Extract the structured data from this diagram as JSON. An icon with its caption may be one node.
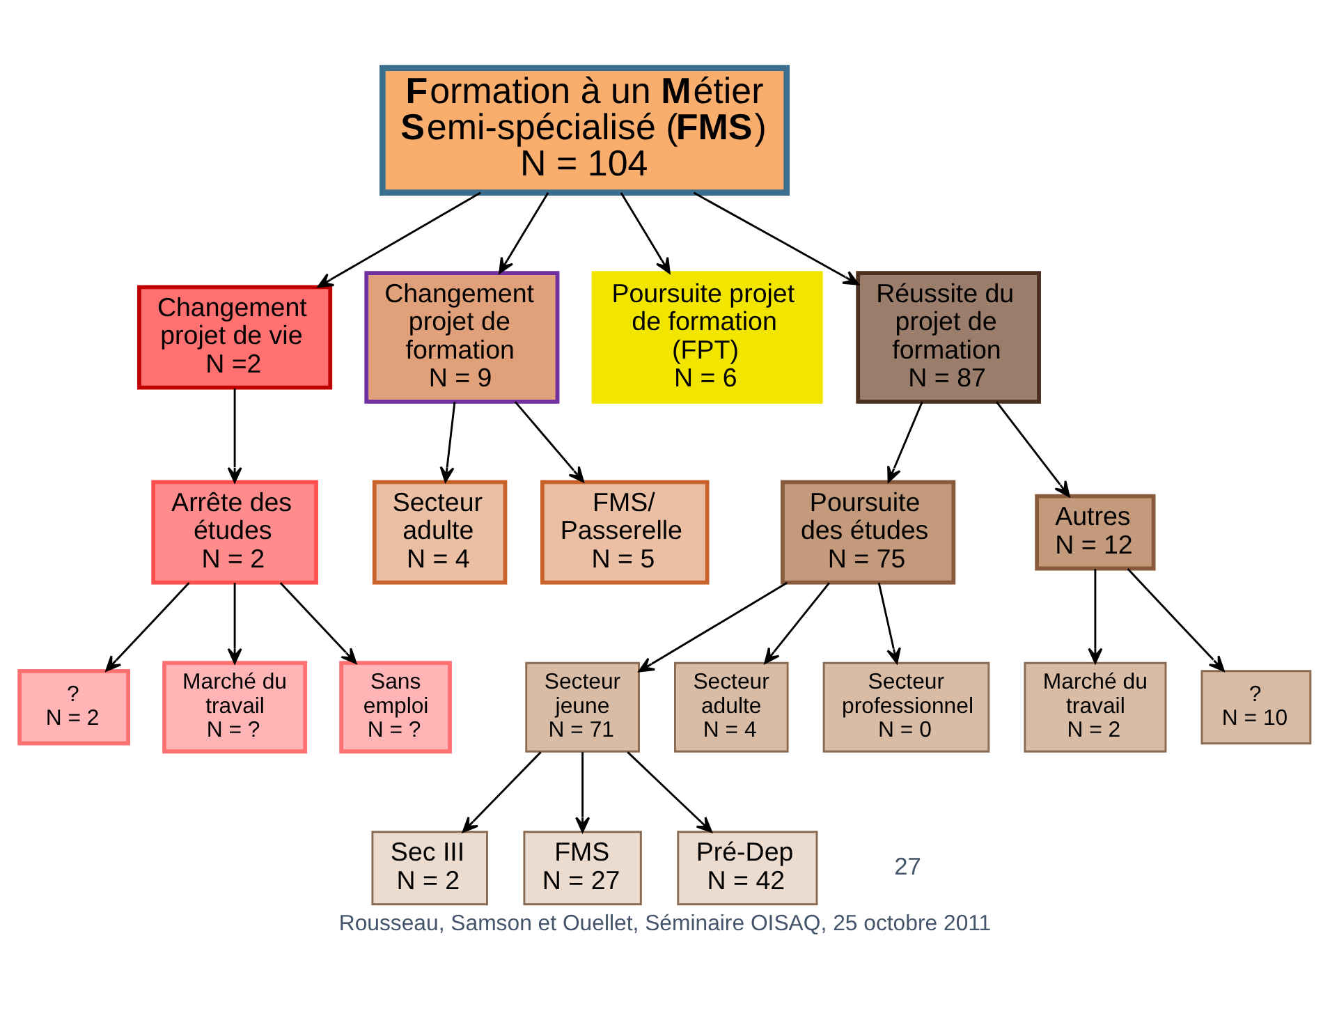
{
  "diagram": {
    "caption": "Rousseau, Samson et Ouellet, Séminaire OISAQ, 25 octobre 2011",
    "nodes": [
      {
        "text": [
          "**F**ormation à un **M**étier **S**emi-spécialisé (**FMS**)",
          "N = 104"
        ]
      },
      {
        "text": [
          "Changement projet de vie",
          "N =2"
        ]
      },
      {
        "text": [
          "Changement projet de formation",
          "N = 9"
        ]
      },
      {
        "text": [
          "Poursuite projet de formation (FPT)",
          "N = 6"
        ]
      },
      {
        "text": [
          "Réussite du projet de formation",
          "N = 87"
        ]
      },
      {
        "text": [
          "Arrête des études",
          "N = 2"
        ]
      },
      {
        "text": [
          "Secteur adulte",
          "N = 4"
        ]
      },
      {
        "text": [
          "FMS/ Passerelle",
          "N = 5"
        ]
      },
      {
        "text": [
          "Poursuite des études",
          "N = 75"
        ]
      },
      {
        "text": [
          "Autres",
          "N = 12"
        ]
      },
      {
        "text": [
          "?",
          "N = 2"
        ]
      },
      {
        "text": [
          "Marché du travail",
          "N = ?"
        ]
      },
      {
        "text": [
          "Sans emploi",
          "N = ?"
        ]
      },
      {
        "text": [
          "Secteur jeune",
          "N = 71"
        ]
      },
      {
        "text": [
          "Secteur adulte",
          "N = 4"
        ]
      },
      {
        "text": [
          "Secteur professionnel",
          "N = 0"
        ]
      },
      {
        "text": [
          "Marché du travail",
          "N = 2"
        ]
      },
      {
        "text": [
          "?",
          "N = 10"
        ]
      },
      {
        "text": [
          "Sec III",
          "N = 2"
        ]
      },
      {
        "text": [
          "FMS",
          "N = 27"
        ]
      },
      {
        "text": [
          "Pré-Dep",
          "N = 42"
        ]
      }
    ],
    "edges": [
      {
        "from": 0,
        "to": 1,
        "arrow": "to"
      },
      {
        "from": 0,
        "to": 2,
        "arrow": "to"
      },
      {
        "from": 0,
        "to": 3,
        "arrow": "to"
      },
      {
        "from": 0,
        "to": 4,
        "arrow": "to"
      },
      {
        "from": 1,
        "to": 5,
        "arrow": "to"
      },
      {
        "from": 2,
        "to": 6,
        "arrow": "to"
      },
      {
        "from": 2,
        "to": 7,
        "arrow": "to"
      },
      {
        "from": 4,
        "to": 8,
        "arrow": "to"
      },
      {
        "from": 4,
        "to": 9,
        "arrow": "to"
      },
      {
        "from": 5,
        "to": 10,
        "arrow": "to"
      },
      {
        "from": 5,
        "to": 11,
        "arrow": "to"
      },
      {
        "from": 5,
        "to": 12,
        "arrow": "to"
      },
      {
        "from": 8,
        "to": 13,
        "arrow": "to"
      },
      {
        "from": 8,
        "to": 14,
        "arrow": "to"
      },
      {
        "from": 8,
        "to": 15,
        "arrow": "to"
      },
      {
        "from": 9,
        "to": 16,
        "arrow": "to"
      },
      {
        "from": 9,
        "to": 17,
        "arrow": "to"
      },
      {
        "from": 13,
        "to": 18,
        "arrow": "to"
      },
      {
        "from": 13,
        "to": 19,
        "arrow": "to"
      },
      {
        "from": 13,
        "to": 20,
        "arrow": "to"
      }
    ],
    "labels": [
      "27"
    ]
  }
}
